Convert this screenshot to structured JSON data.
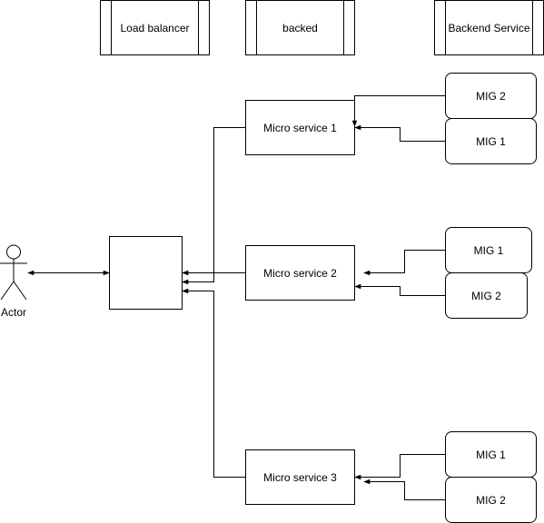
{
  "legend": {
    "load_balancer": "Load balancer",
    "backend": "backed",
    "backend_service": "Backend Service"
  },
  "actor": {
    "label": "Actor"
  },
  "services": {
    "ms1": "Micro service 1",
    "ms2": "Micro service 2",
    "ms3": "Micro service 3"
  },
  "migs": {
    "ms1_top": "MIG 2",
    "ms1_bottom": "MIG 1",
    "ms2_top": "MIG 1",
    "ms2_bottom": "MIG 2",
    "ms3_top": "MIG 1",
    "ms3_bottom": "MIG 2"
  },
  "colors": {
    "stroke": "#000000",
    "fill": "#ffffff"
  }
}
